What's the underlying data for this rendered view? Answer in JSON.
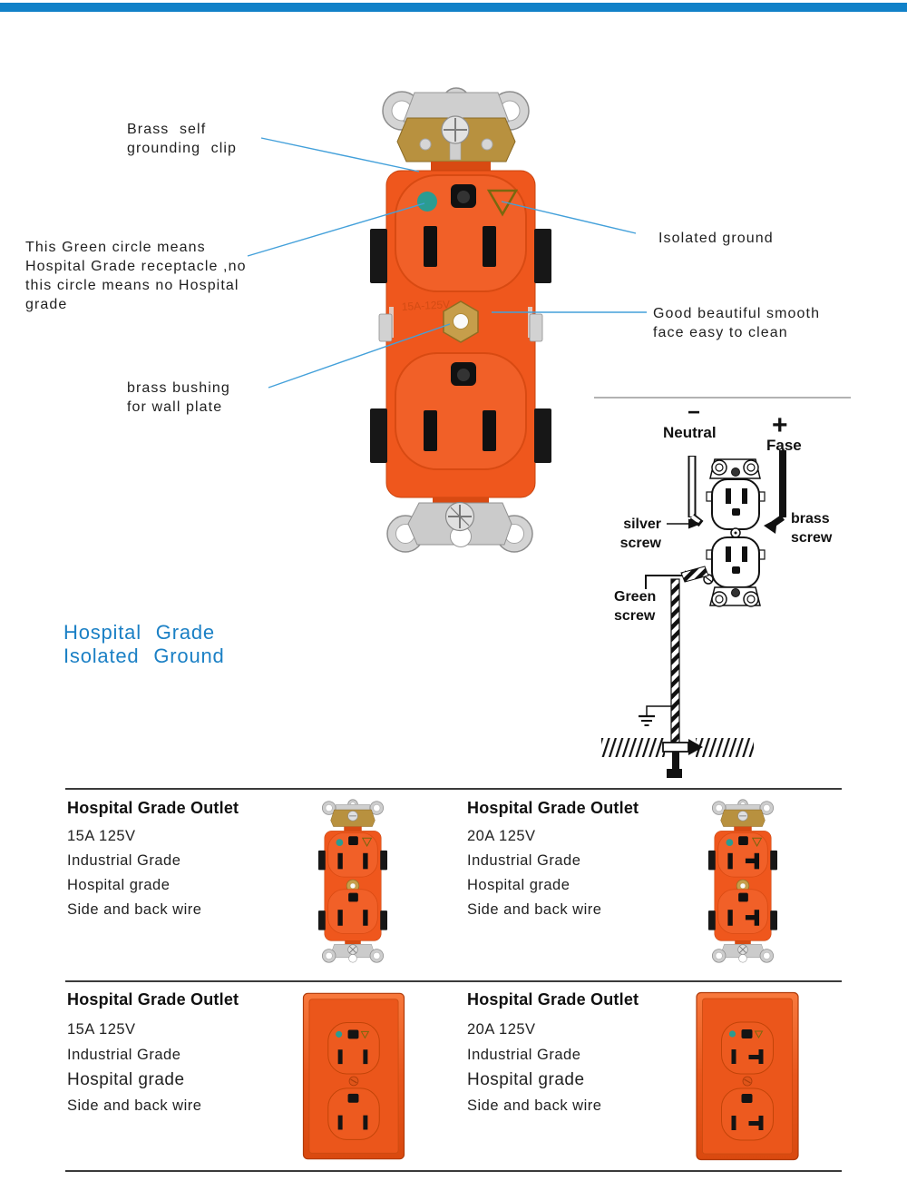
{
  "colors": {
    "topbar_blue": "#1181c8",
    "heading_blue": "#1b80c5",
    "leader_blue": "#43a0da",
    "receptacle_orange": "#ef571d",
    "hospital_teal_dot": "#2a9c92",
    "brass": "#b8913f"
  },
  "hero": {
    "annotations": {
      "brass_clip": {
        "lines": [
          "Brass self",
          "grounding clip"
        ]
      },
      "green_circle": {
        "lines": [
          "This Green circle means",
          "Hospital Grade receptacle ,no",
          "this circle means no Hospital",
          "grade"
        ]
      },
      "brass_bushing": {
        "lines": [
          "brass bushing",
          "for wall plate"
        ]
      },
      "isolated_ground": "Isolated ground",
      "smooth_face": {
        "lines": [
          "Good beautiful smooth",
          "face easy to clean"
        ]
      }
    },
    "marking": "15A-125V"
  },
  "wiring_diagram": {
    "labels": {
      "minus": "−",
      "neutral": "Neutral",
      "plus": "+",
      "fase": "Fase",
      "silver_screw": [
        "silver",
        "screw"
      ],
      "brass_screw": [
        "brass",
        "screw"
      ],
      "green_screw": [
        "Green",
        "screw"
      ]
    }
  },
  "heading": {
    "lines": [
      "Hospital Grade",
      "Isolated Ground"
    ]
  },
  "products": [
    {
      "title": "Hospital Grade Outlet",
      "specs": [
        "15A 125V",
        "Industrial Grade",
        "Hospital grade",
        "Side and back wire"
      ],
      "image": "receptacle-15a"
    },
    {
      "title": "Hospital Grade Outlet",
      "specs": [
        "20A 125V",
        "Industrial Grade",
        "Hospital grade",
        "Side and back wire"
      ],
      "image": "receptacle-20a"
    },
    {
      "title": "Hospital Grade Outlet",
      "specs": [
        "15A 125V",
        "Industrial Grade",
        "Hospital grade",
        "Side and back wire"
      ],
      "image": "wallplate-15a"
    },
    {
      "title": "Hospital Grade Outlet",
      "specs": [
        "20A 125V",
        "Industrial Grade",
        "Hospital grade",
        "Side and back wire"
      ],
      "image": "wallplate-20a"
    }
  ]
}
